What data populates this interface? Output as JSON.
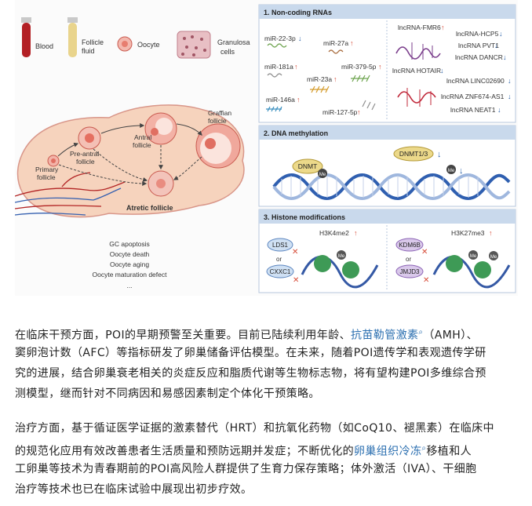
{
  "figure": {
    "left": {
      "blood": "Blood",
      "follicle_fluid_1": "Follicle",
      "follicle_fluid_2": "fluid",
      "oocyte": "Oocyte",
      "granulosa_1": "Granulosa",
      "granulosa_2": "cells",
      "graafian_1": "Graffian",
      "graafian_2": "follicle",
      "antral_1": "Antral",
      "antral_2": "follicle",
      "preantral_1": "Pre-antral",
      "preantral_2": "follicle",
      "primary_1": "Primary",
      "primary_2": "follicle",
      "atretic": "Atretic follicle",
      "outcomes": [
        "GC apoptosis",
        "Oocyte death",
        "Oocyte aging",
        "Oocyte maturation defect",
        "..."
      ]
    },
    "panel1": {
      "title": "1. Non-coding RNAs",
      "mirnas": [
        {
          "name": "miR-22-3p",
          "arrow": "↓"
        },
        {
          "name": "miR-27a",
          "arrow": "↑"
        },
        {
          "name": "miR-181a",
          "arrow": "↑"
        },
        {
          "name": "miR-379-5p",
          "arrow": "↑"
        },
        {
          "name": "miR-23a",
          "arrow": "↑"
        },
        {
          "name": "miR-146a",
          "arrow": "↑"
        },
        {
          "name": "miR-127-5p",
          "arrow": "↑"
        }
      ],
      "lncrnas": [
        {
          "name": "lncRNA-FMR6",
          "arrow": "↑"
        },
        {
          "name": "lncRNA-HCP5",
          "arrow": "↓"
        },
        {
          "name": "lncRNA PVT1",
          "arrow": "↓"
        },
        {
          "name": "lncRNA DANCR",
          "arrow": "↓"
        },
        {
          "name": "lncRNA HOTAIR",
          "arrow": "↓"
        },
        {
          "name": "lncRNA LINC02690",
          "arrow": "↓"
        },
        {
          "name": "lncRNA ZNF674-AS1",
          "arrow": "↓"
        },
        {
          "name": "lncRNA NEAT1",
          "arrow": "↓"
        }
      ]
    },
    "panel2": {
      "title": "2. DNA methylation",
      "dnmt": "DNMT",
      "dnmt13": "DNMT1/3",
      "dnmt13_arrow": "↓",
      "me": "Me",
      "me_arrow": "↓"
    },
    "panel3": {
      "title": "3. Histone modifications",
      "lds1": "LDS1",
      "cxxc1": "CXXC1",
      "or": "or",
      "h3k4": "H3K4me2",
      "h3k4_arrow": "↑",
      "kdm6b": "KDM6B",
      "jmjd3": "JMJD3",
      "h3k27": "H3K27me3",
      "h3k27_arrow": "↑",
      "me": "Me"
    }
  },
  "para1": {
    "s1": "在临床干预方面，POI的早期预警至关重要。目前已陆续利用年龄、",
    "link": "抗苗勒管激素",
    "s2": "（AMH）、",
    "s3": "窦卵泡计数（AFC）等指标研发了卵巢储备评估模型。在未来，随着POI遗传学和表观遗传学研",
    "s4": "究的进展，结合卵巢衰老相关的炎症反应和脂质代谢等生物标志物，将有望构建POI多维综合预",
    "s5": "测模型，继而针对不同病因和易感因素制定个体化干预策略。"
  },
  "para2": {
    "s1": "治疗方面，基于循证医学证据的激素替代（HRT）和抗氧化药物（如CoQ10、褪黑素）在临床中",
    "s2": "的规范化应用有效改善患者生活质量和预防远期并发症；不断优化的",
    "link": "卵巢组织冷冻",
    "s3": "移植和人",
    "s4": "工卵巢等技术为青春期前的POI高风险人群提供了生育力保存策略；体外激活（IVA）、干细胞",
    "s5": "治疗等技术也已在临床试验中展现出初步疗效。"
  },
  "colors": {
    "link": "#2b6fb0",
    "panel_header": "#c9d9ec",
    "ovary": "#f6d3bd",
    "down": "#2860a8",
    "up": "#d64a36"
  }
}
